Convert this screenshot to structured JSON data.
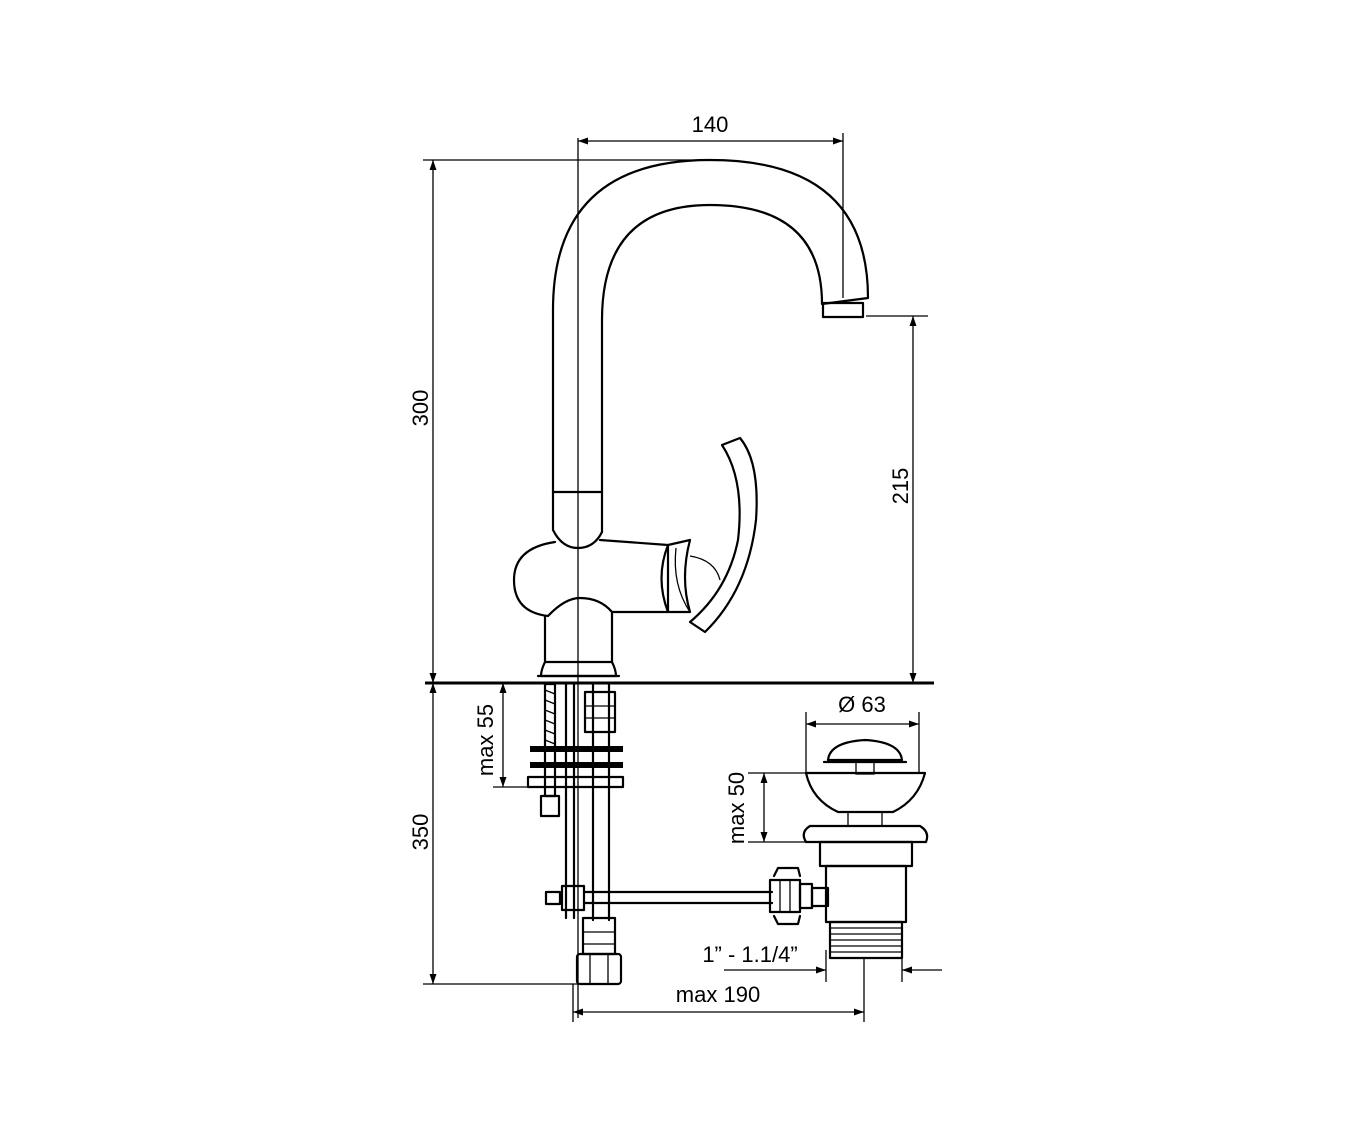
{
  "dimensions": {
    "spout_reach": "140",
    "total_height": "300",
    "spout_height": "215",
    "below_deck_length": "350",
    "deck_thickness_max": "max 55",
    "waste_diameter": "Ø 63",
    "waste_deck_max": "max 50",
    "waste_thread": "1” - 1.1/4”",
    "waste_distance_max": "max 190"
  },
  "colors": {
    "line": "#000000",
    "background": "#ffffff"
  }
}
